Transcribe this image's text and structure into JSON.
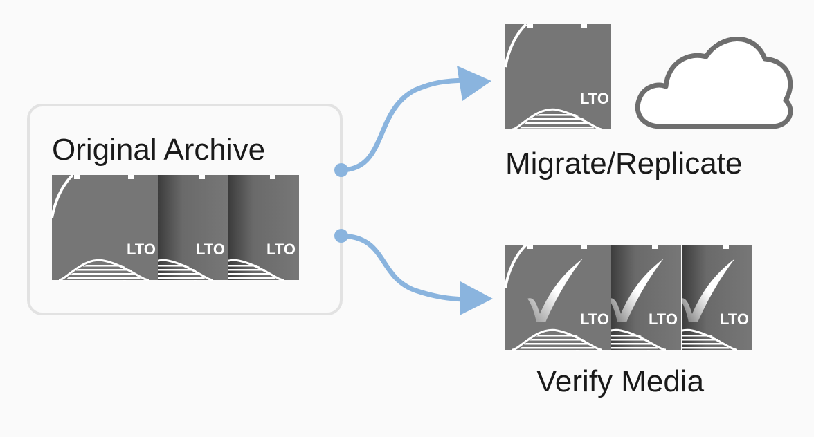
{
  "source": {
    "title": "Original Archive",
    "cartridges": [
      "LTO",
      "LTO",
      "LTO"
    ]
  },
  "targets": [
    {
      "title": "Migrate/Replicate",
      "cartridges": [
        "LTO"
      ],
      "extra_icon": "cloud-icon"
    },
    {
      "title": "Verify Media",
      "cartridges": [
        "LTO",
        "LTO",
        "LTO"
      ],
      "overlay_icon": "checkmark-icon"
    }
  ],
  "colors": {
    "arrow": "#8ab4de",
    "cartridge": "#767676",
    "box_border": "#e2e2e2",
    "cloud_stroke": "#6e6e6e"
  }
}
